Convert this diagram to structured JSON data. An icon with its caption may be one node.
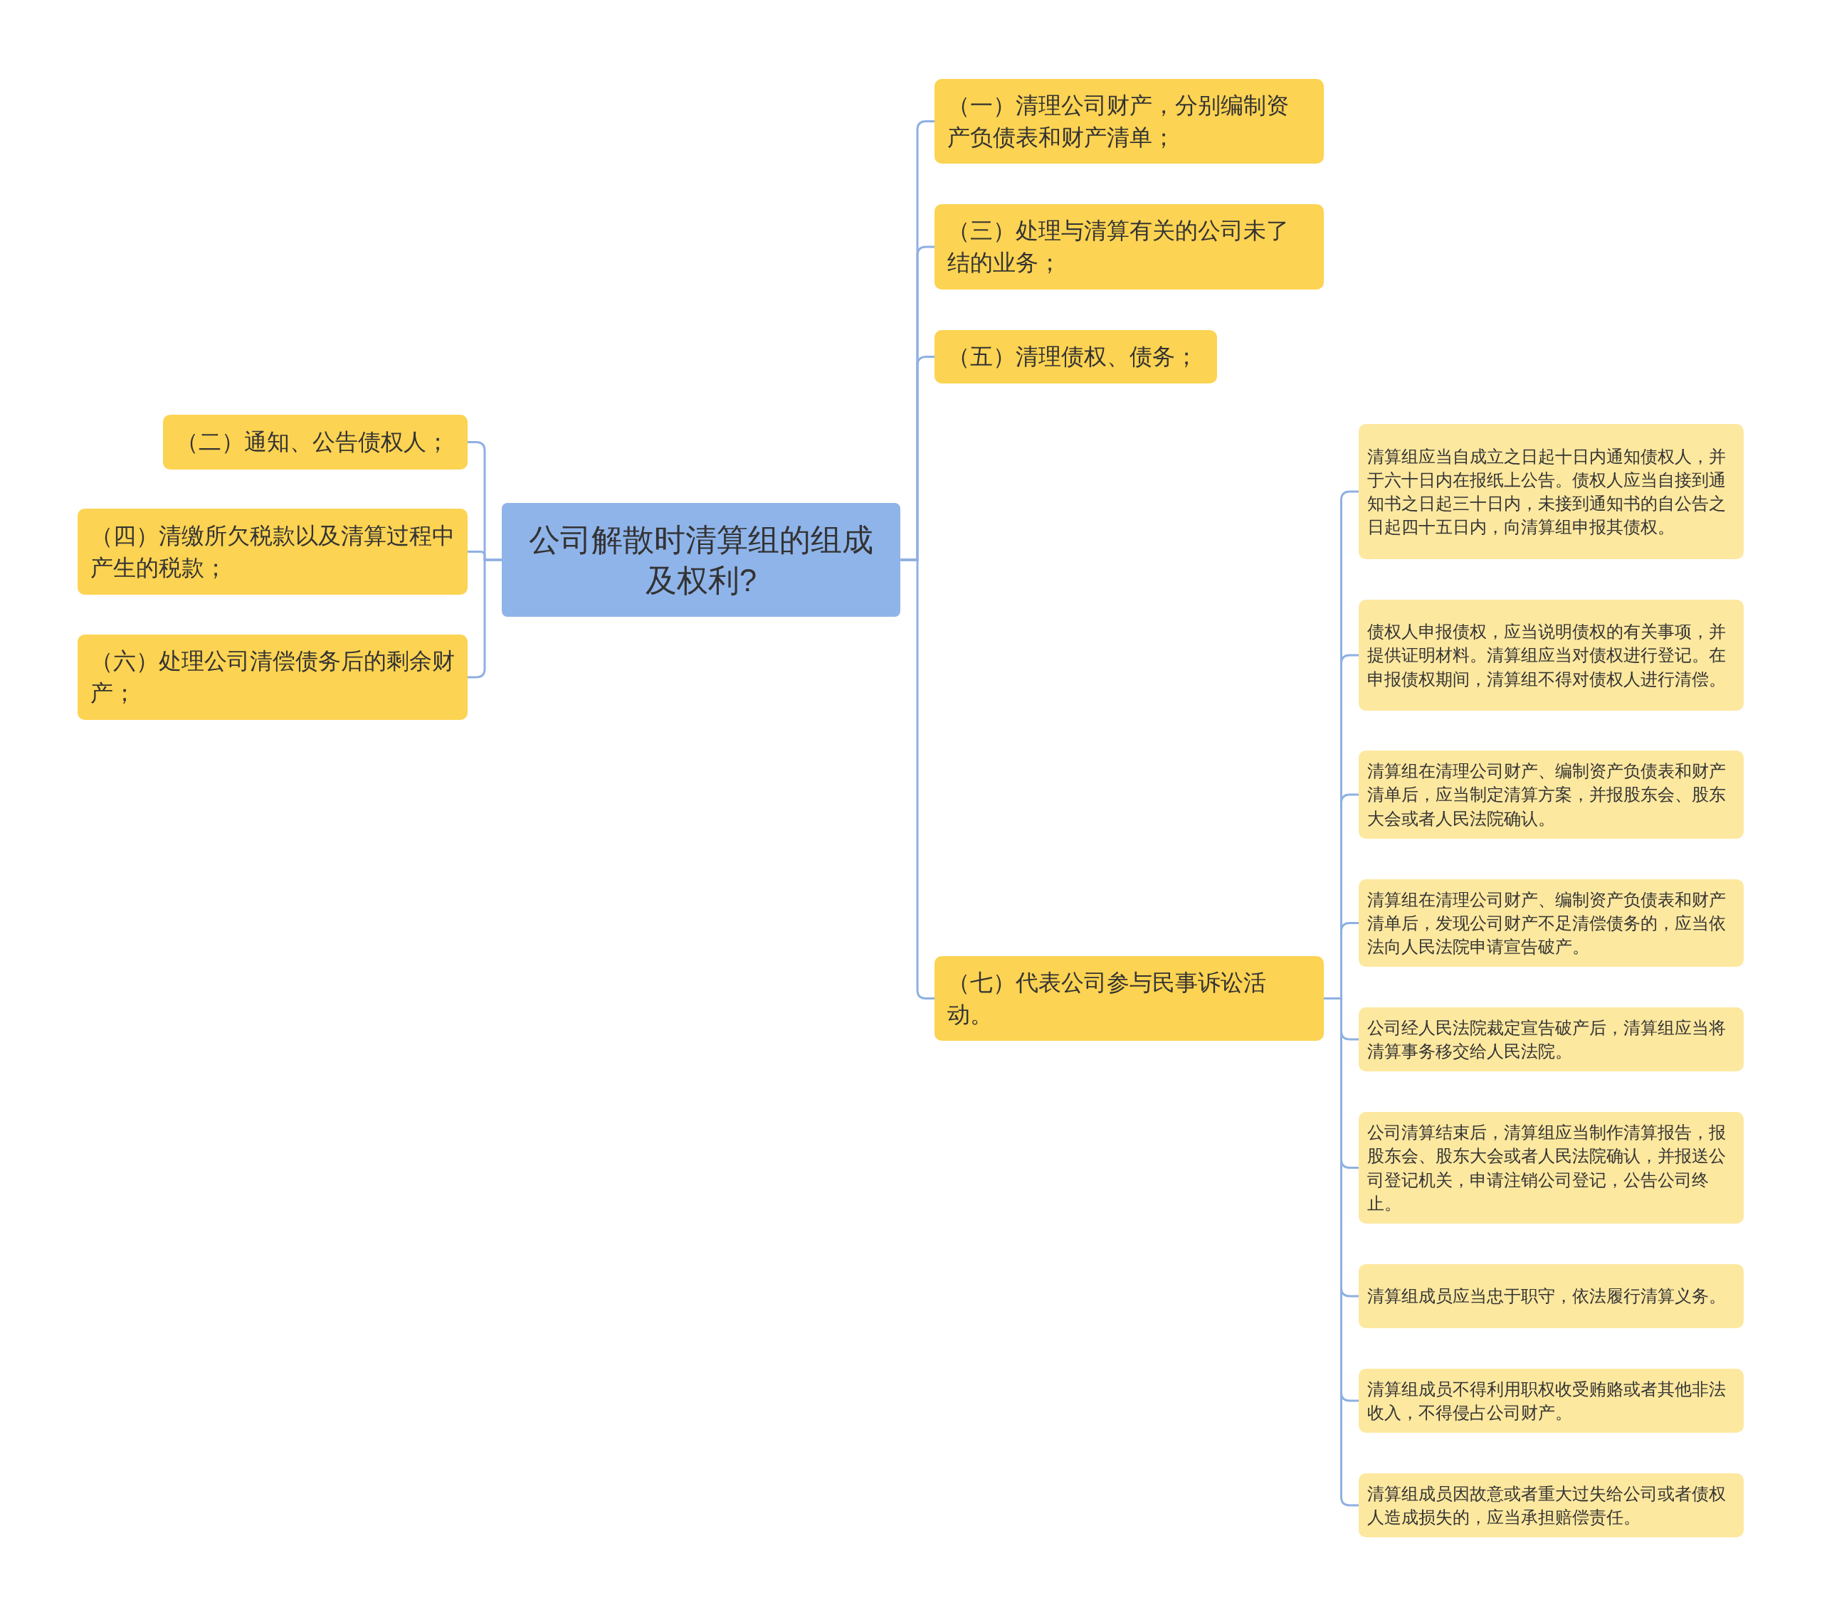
{
  "diagram": {
    "nodes": [
      {
        "text": [
          "公司解散时清算组的组成及权利?"
        ]
      },
      {
        "text": [
          "（一）清理公司财产，分别编制资产负债表和财产清单；"
        ]
      },
      {
        "text": [
          "（三）处理与清算有关的公司未了结的业务；"
        ]
      },
      {
        "text": [
          "（五）清理债权、债务；"
        ]
      },
      {
        "text": [
          "（七）代表公司参与民事诉讼活动。"
        ]
      },
      {
        "text": [
          "（二）通知、公告债权人；"
        ]
      },
      {
        "text": [
          "（四）清缴所欠税款以及清算过程中产生的税款；"
        ]
      },
      {
        "text": [
          "（六）处理公司清偿债务后的剩余财产；"
        ]
      },
      {
        "text": [
          "清算组应当自成立之日起十日内通知债权人，并于六十日内在报纸上公告。债权人应当自接到通知书之日起三十日内，未接到通知书的自公告之日起四十五日内，向清算组申报其债权。"
        ]
      },
      {
        "text": [
          "债权人申报债权，应当说明债权的有关事项，并提供证明材料。清算组应当对债权进行登记。在申报债权期间，清算组不得对债权人进行清偿。"
        ]
      },
      {
        "text": [
          "清算组在清理公司财产、编制资产负债表和财产清单后，应当制定清算方案，并报股东会、股东大会或者人民法院确认。"
        ]
      },
      {
        "text": [
          "清算组在清理公司财产、编制资产负债表和财产清单后，发现公司财产不足清偿债务的，应当依法向人民法院申请宣告破产。"
        ]
      },
      {
        "text": [
          "公司经人民法院裁定宣告破产后，清算组应当将清算事务移交给人民法院。"
        ]
      },
      {
        "text": [
          "公司清算结束后，清算组应当制作清算报告，报股东会、股东大会或者人民法院确认，并报送公司登记机关，申请注销公司登记，公告公司终止。"
        ]
      },
      {
        "text": [
          "清算组成员应当忠于职守，依法履行清算义务。"
        ]
      },
      {
        "text": [
          "清算组成员不得利用职权收受贿赂或者其他非法收入，不得侵占公司财产。"
        ]
      },
      {
        "text": [
          "清算组成员因故意或者重大过失给公司或者债权人造成损失的，应当承担赔偿责任。"
        ]
      }
    ],
    "edges": [
      {
        "from": 0,
        "to": 1,
        "arrow": "none"
      },
      {
        "from": 0,
        "to": 2,
        "arrow": "none"
      },
      {
        "from": 0,
        "to": 3,
        "arrow": "none"
      },
      {
        "from": 0,
        "to": 4,
        "arrow": "none"
      },
      {
        "from": 0,
        "to": 5,
        "arrow": "none"
      },
      {
        "from": 0,
        "to": 6,
        "arrow": "none"
      },
      {
        "from": 0,
        "to": 7,
        "arrow": "none"
      },
      {
        "from": 4,
        "to": 8,
        "arrow": "none"
      },
      {
        "from": 4,
        "to": 9,
        "arrow": "none"
      },
      {
        "from": 4,
        "to": 10,
        "arrow": "none"
      },
      {
        "from": 4,
        "to": 11,
        "arrow": "none"
      },
      {
        "from": 4,
        "to": 12,
        "arrow": "none"
      },
      {
        "from": 4,
        "to": 13,
        "arrow": "none"
      },
      {
        "from": 4,
        "to": 14,
        "arrow": "none"
      },
      {
        "from": 4,
        "to": 15,
        "arrow": "none"
      },
      {
        "from": 4,
        "to": 16,
        "arrow": "none"
      }
    ]
  }
}
